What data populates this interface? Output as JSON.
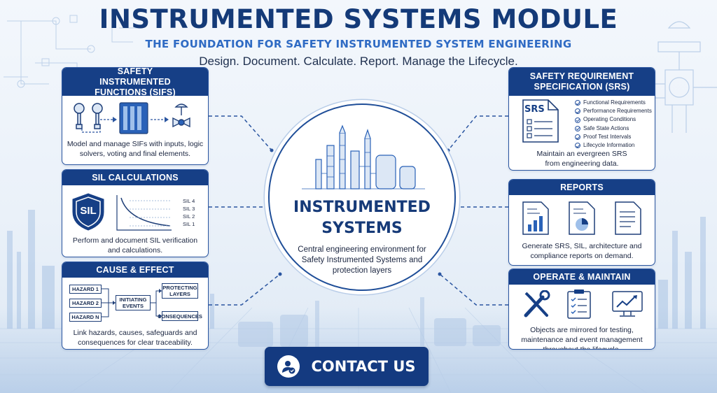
{
  "header": {
    "title": "INSTRUMENTED SYSTEMS MODULE",
    "subtitle": "THE FOUNDATION FOR SAFETY INSTRUMENTED SYSTEM ENGINEERING",
    "tagline": "Design. Document. Calculate. Report. Manage the Lifecycle."
  },
  "center": {
    "title_line1": "INSTRUMENTED",
    "title_line2": "SYSTEMS",
    "description": "Central engineering environment for Safety Instrumented Systems and protection layers"
  },
  "cards": {
    "sifs": {
      "title": "SAFETY INSTRUMENTED FUNCTIONS (SIFS)",
      "description": "Model and manage SIFs with inputs, logic solvers, voting and final elements."
    },
    "sil": {
      "title": "SIL CALCULATIONS",
      "badge": "SIL",
      "levels": [
        "SIL 4",
        "SIL 3",
        "SIL 2",
        "SIL 1"
      ],
      "description": "Perform and document SIL verification and calculations."
    },
    "cause_effect": {
      "title": "CAUSE & EFFECT",
      "hazards": [
        "HAZARD 1",
        "HAZARD 2",
        "HAZARD N"
      ],
      "initiating": "INITIATING EVENTS",
      "protecting": "PROTECTING LAYERS",
      "consequences": "CONSEQUENCES",
      "description": "Link hazards, causes, safeguards and consequences for clear traceability."
    },
    "srs": {
      "title": "SAFETY REQUIREMENT SPECIFICATION (SRS)",
      "doc_label": "SRS",
      "items": [
        "Functional Requirements",
        "Performance Requirements",
        "Operating Conditions",
        "Safe State Actions",
        "Proof Test Intervals",
        "Lifecycle Information"
      ],
      "description": "Maintain an evergreen SRS from engineering data."
    },
    "reports": {
      "title": "REPORTS",
      "description": "Generate SRS, SIL, architecture and compliance reports on demand."
    },
    "operate": {
      "title": "OPERATE & MAINTAIN",
      "description": "Objects are mirrored for testing, maintenance and event management throughout the lifecycle."
    }
  },
  "contact": {
    "label": "CONTACT US"
  },
  "colors": {
    "navy": "#163f86",
    "accent": "#2f6bc4",
    "text": "#1a2540"
  }
}
